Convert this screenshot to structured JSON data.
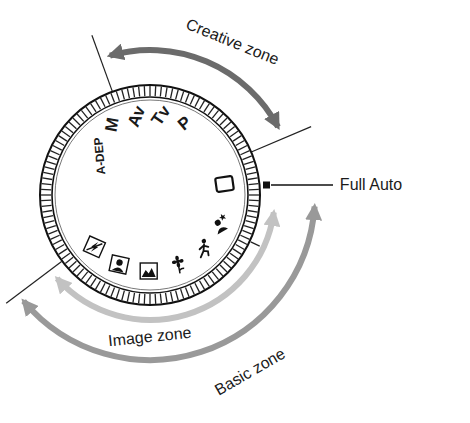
{
  "diagram": {
    "labels": [
      "Creative zone",
      "A-DEP",
      "M",
      "Av",
      "Tv",
      "P",
      "Full Auto",
      "Image zone",
      "Basic zone"
    ]
  }
}
